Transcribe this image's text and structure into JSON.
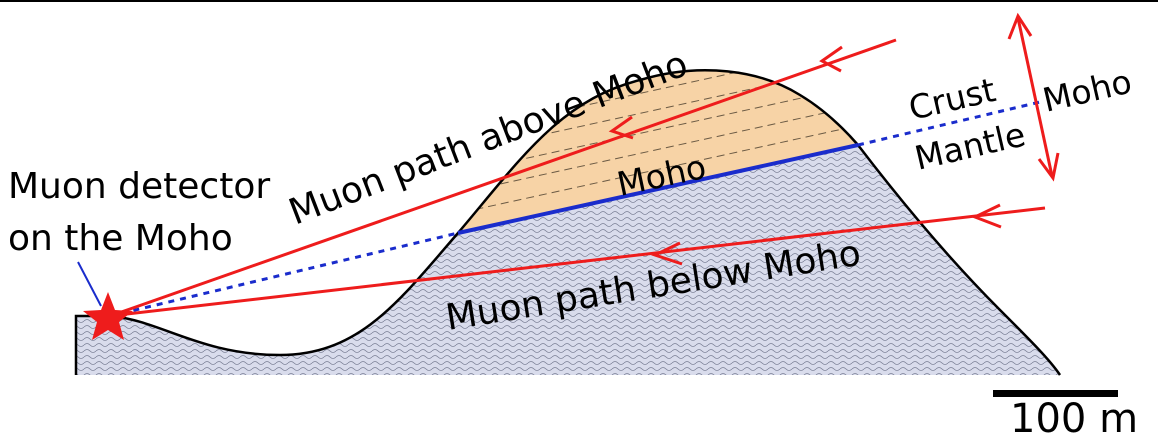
{
  "labels": {
    "detector_line1": "Muon detector",
    "detector_line2": "on the Moho",
    "path_above": "Muon path above Moho",
    "path_below": "Muon path below Moho",
    "moho_inside": "Moho",
    "crust": "Crust",
    "mantle": "Mantle",
    "moho_right": "Moho",
    "scale_bar": "100 m"
  },
  "colors": {
    "crust_fill": "#f7d3a6",
    "mantle_fill": "#d9dcec",
    "muon_path": "#ee1c1c",
    "moho_line": "#1a2ccc",
    "detector_star": "#ee1c1c",
    "border": "#000000"
  },
  "icons": {
    "detector": "red-star-icon",
    "arrow": "double-headed-arrow-icon"
  }
}
